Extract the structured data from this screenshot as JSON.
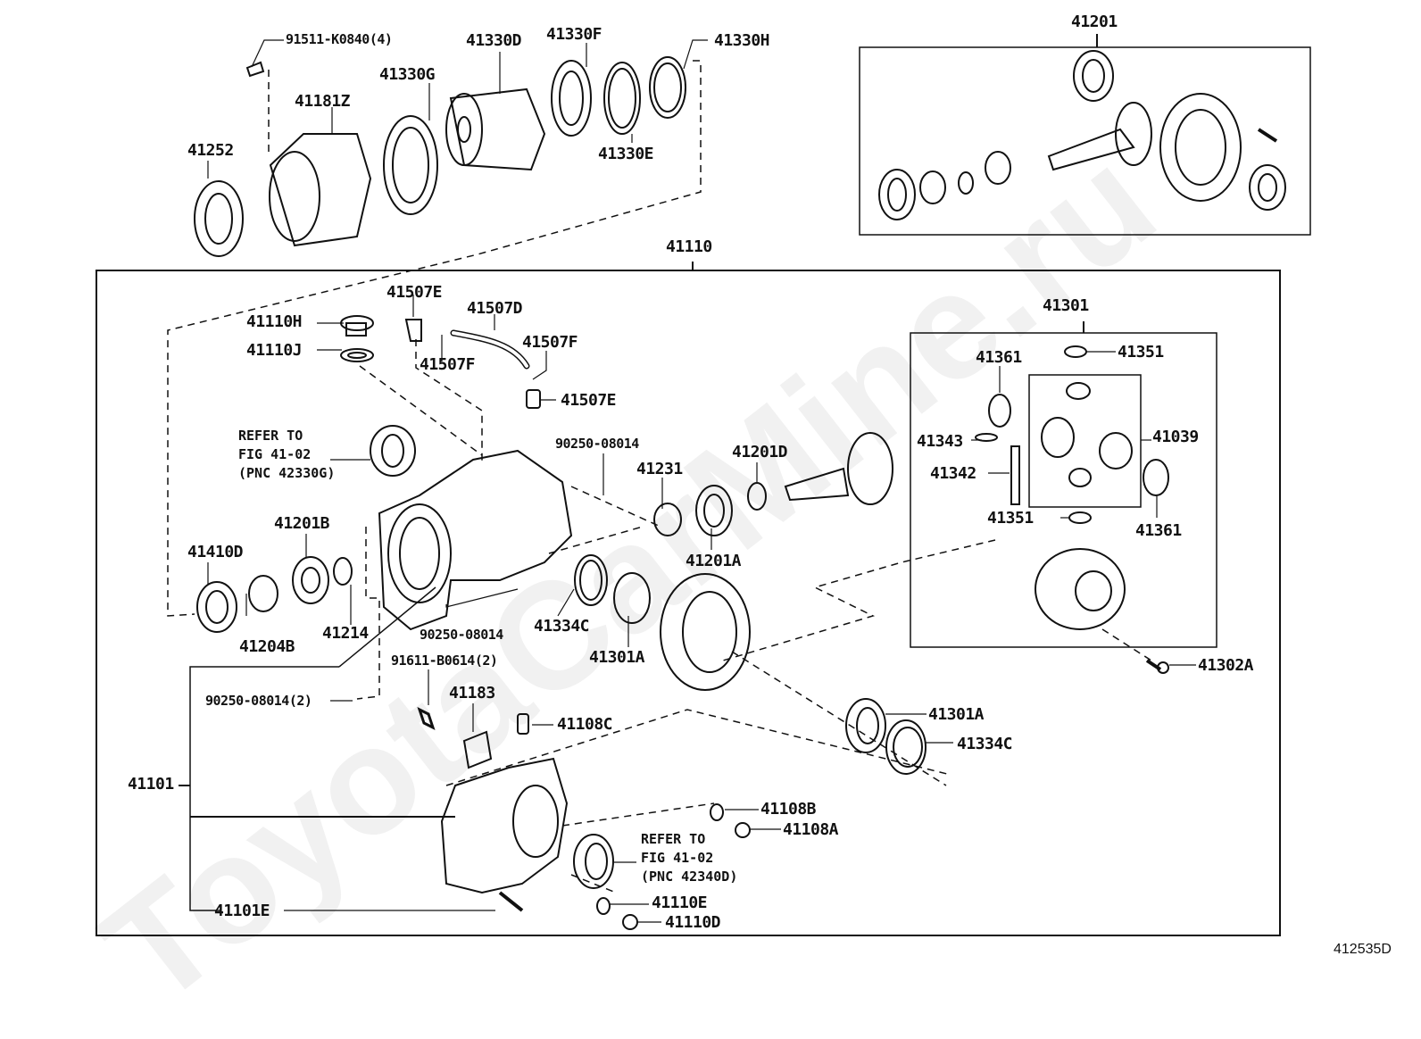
{
  "figure_id": "412535D",
  "watermark": "ToyotaCarMine.ru",
  "groups": {
    "top_right_kit": "41201",
    "main_assembly": "41110",
    "differential_case": "41301",
    "side_bracket": "41101"
  },
  "labels": {
    "l91511": "91511-K0840(4)",
    "l41330D": "41330D",
    "l41330F": "41330F",
    "l41330H": "41330H",
    "l41330G": "41330G",
    "l41181Z": "41181Z",
    "l41252": "41252",
    "l41330E": "41330E",
    "l41110H": "41110H",
    "l41110J": "41110J",
    "l41507E_a": "41507E",
    "l41507D": "41507D",
    "l41507F_a": "41507F",
    "l41507F_b": "41507F",
    "l41507E_b": "41507E",
    "l90250_a": "90250-08014",
    "l41231": "41231",
    "l41201D": "41201D",
    "l41201B": "41201B",
    "l41410D": "41410D",
    "l41204B": "41204B",
    "l41214": "41214",
    "l90250_b": "90250-08014",
    "l41334C_a": "41334C",
    "l41301A_a": "41301A",
    "l41201A": "41201A",
    "l91611": "91611-B0614(2)",
    "l90250_c": "90250-08014(2)",
    "l41183": "41183",
    "l41108C": "41108C",
    "l41101": "41101",
    "l41101E": "41101E",
    "l41108B": "41108B",
    "l41108A": "41108A",
    "l41110E": "41110E",
    "l41110D": "41110D",
    "l41361_a": "41361",
    "l41351_a": "41351",
    "l41343": "41343",
    "l41342": "41342",
    "l41039": "41039",
    "l41351_b": "41351",
    "l41361_b": "41361",
    "l41302A": "41302A",
    "l41301A_b": "41301A",
    "l41334C_b": "41334C"
  },
  "notes": {
    "refer_upper": "REFER TO\nFIG 41-02\n(PNC 42330G)",
    "refer_lower": "REFER TO\nFIG 41-02\n(PNC 42340D)"
  }
}
